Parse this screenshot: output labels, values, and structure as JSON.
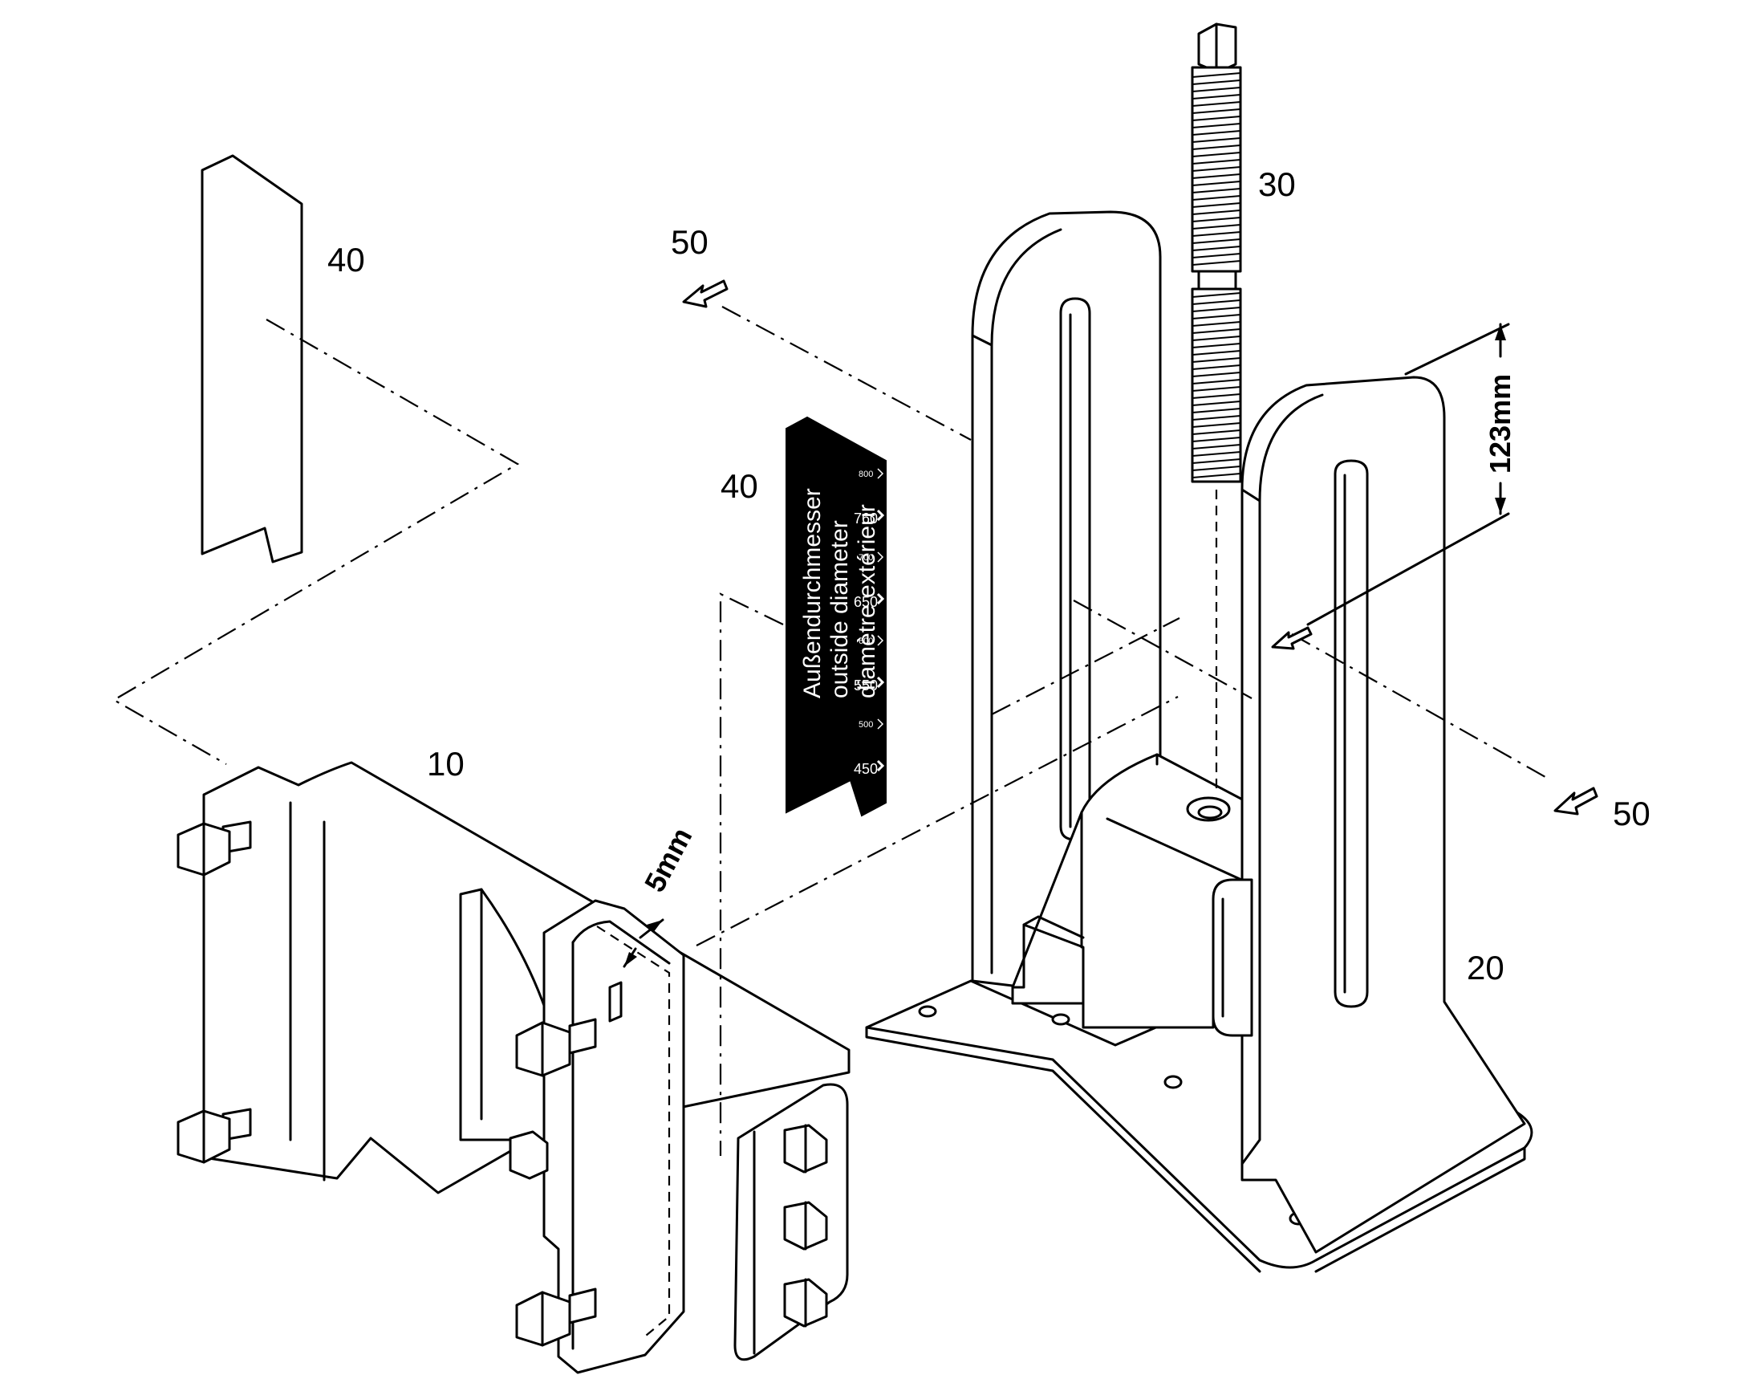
{
  "labels": {
    "part_10": "10",
    "part_20": "20",
    "part_30": "30",
    "part_40_top": "40",
    "part_40_mid": "40",
    "part_50_top": "50",
    "part_50_right": "50"
  },
  "dimensions": {
    "slot": "123mm",
    "gap": "5mm"
  },
  "tag": {
    "line1": "Außendurchmesser",
    "line2": "outside diameter",
    "line3": "diamètre extérieur",
    "marks": [
      {
        "small": "800",
        "big": ""
      },
      {
        "small": "",
        "big": "760"
      },
      {
        "small": "700",
        "big": ""
      },
      {
        "small": "",
        "big": "650"
      },
      {
        "small": "600",
        "big": ""
      },
      {
        "small": "",
        "big": "550"
      },
      {
        "small": "500",
        "big": ""
      },
      {
        "small": "",
        "big": "450"
      }
    ]
  },
  "colors": {
    "line": "#000000",
    "background": "#ffffff",
    "tag_fill": "#000000"
  }
}
